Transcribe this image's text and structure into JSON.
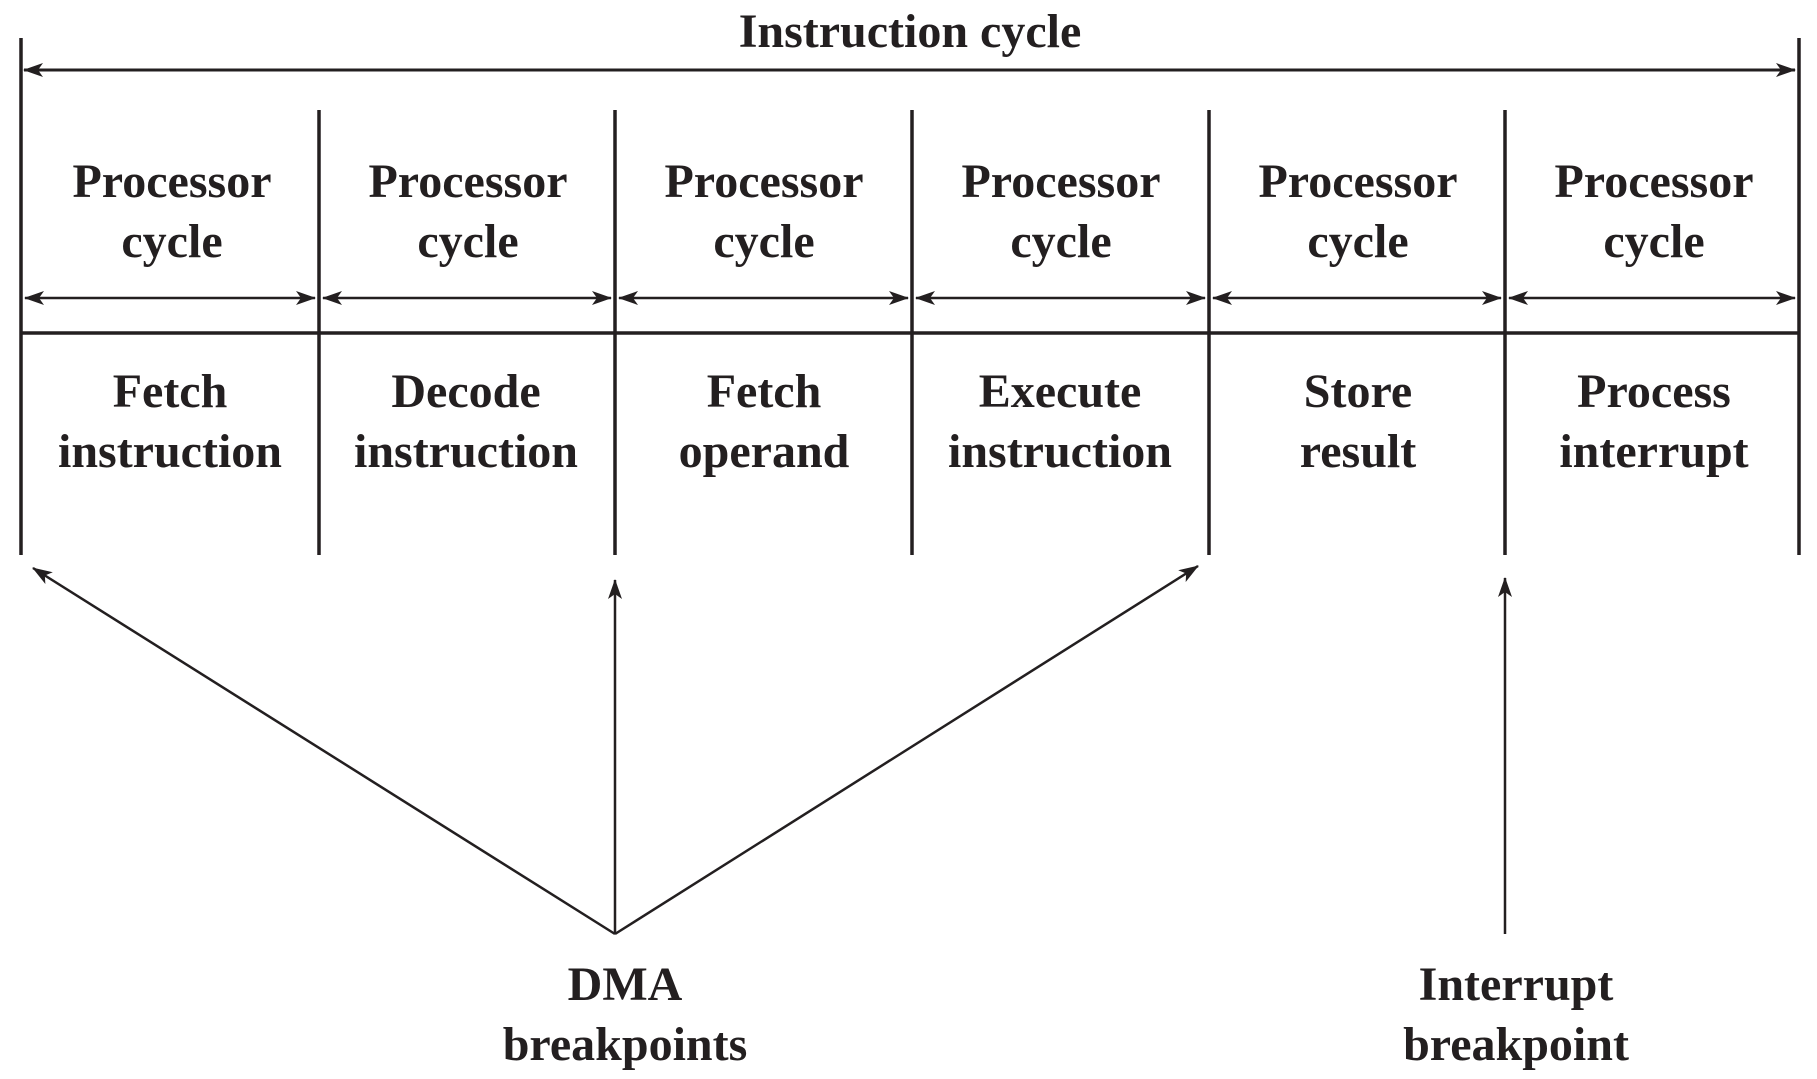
{
  "diagram": {
    "title": "Instruction cycle",
    "processor_cycles": [
      {
        "line1": "Processor",
        "line2": "cycle"
      },
      {
        "line1": "Processor",
        "line2": "cycle"
      },
      {
        "line1": "Processor",
        "line2": "cycle"
      },
      {
        "line1": "Processor",
        "line2": "cycle"
      },
      {
        "line1": "Processor",
        "line2": "cycle"
      },
      {
        "line1": "Processor",
        "line2": "cycle"
      }
    ],
    "stages": [
      {
        "line1": "Fetch",
        "line2": "instruction"
      },
      {
        "line1": "Decode",
        "line2": "instruction"
      },
      {
        "line1": "Fetch",
        "line2": "operand"
      },
      {
        "line1": "Execute",
        "line2": "instruction"
      },
      {
        "line1": "Store",
        "line2": "result"
      },
      {
        "line1": "Process",
        "line2": "interrupt"
      }
    ],
    "dma_label": {
      "line1": "DMA",
      "line2": "breakpoints"
    },
    "interrupt_label": {
      "line1": "Interrupt",
      "line2": "breakpoint"
    },
    "colors": {
      "ink": "#231f20",
      "background": "#ffffff"
    }
  }
}
